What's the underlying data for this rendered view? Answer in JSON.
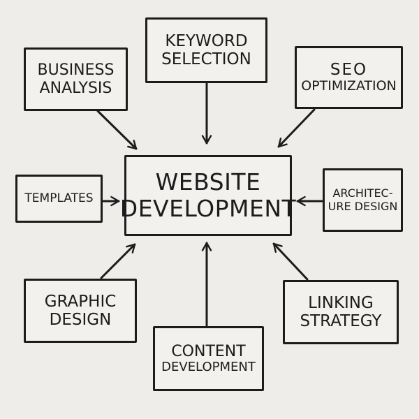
{
  "diagram": {
    "title": "Website Development",
    "center": {
      "id": "website-development",
      "lines": [
        "Website",
        "Development"
      ]
    },
    "nodes": [
      {
        "id": "business-analysis",
        "lines": [
          "Business",
          "Analysis"
        ]
      },
      {
        "id": "keyword-selection",
        "lines": [
          "Keyword",
          "Selection"
        ]
      },
      {
        "id": "seo-optimization",
        "lines": [
          "SEO",
          "Optimization"
        ]
      },
      {
        "id": "templates",
        "lines": [
          "Templates"
        ]
      },
      {
        "id": "architecture-design",
        "lines": [
          "Architec-",
          "ure Design"
        ]
      },
      {
        "id": "graphic-design",
        "lines": [
          "Graphic",
          "Design"
        ]
      },
      {
        "id": "content-development",
        "lines": [
          "Content",
          "Development"
        ]
      },
      {
        "id": "linking-strategy",
        "lines": [
          "Linking",
          "Strategy"
        ]
      }
    ],
    "edges": [
      {
        "from": "business-analysis",
        "to": "website-development"
      },
      {
        "from": "keyword-selection",
        "to": "website-development"
      },
      {
        "from": "seo-optimization",
        "to": "website-development"
      },
      {
        "from": "templates",
        "to": "website-development"
      },
      {
        "from": "architecture-design",
        "to": "website-development"
      },
      {
        "from": "graphic-design",
        "to": "website-development"
      },
      {
        "from": "content-development",
        "to": "website-development"
      },
      {
        "from": "linking-strategy",
        "to": "website-development"
      }
    ],
    "colors": {
      "background": "#eeedea",
      "stroke": "#1c1c1c"
    }
  }
}
